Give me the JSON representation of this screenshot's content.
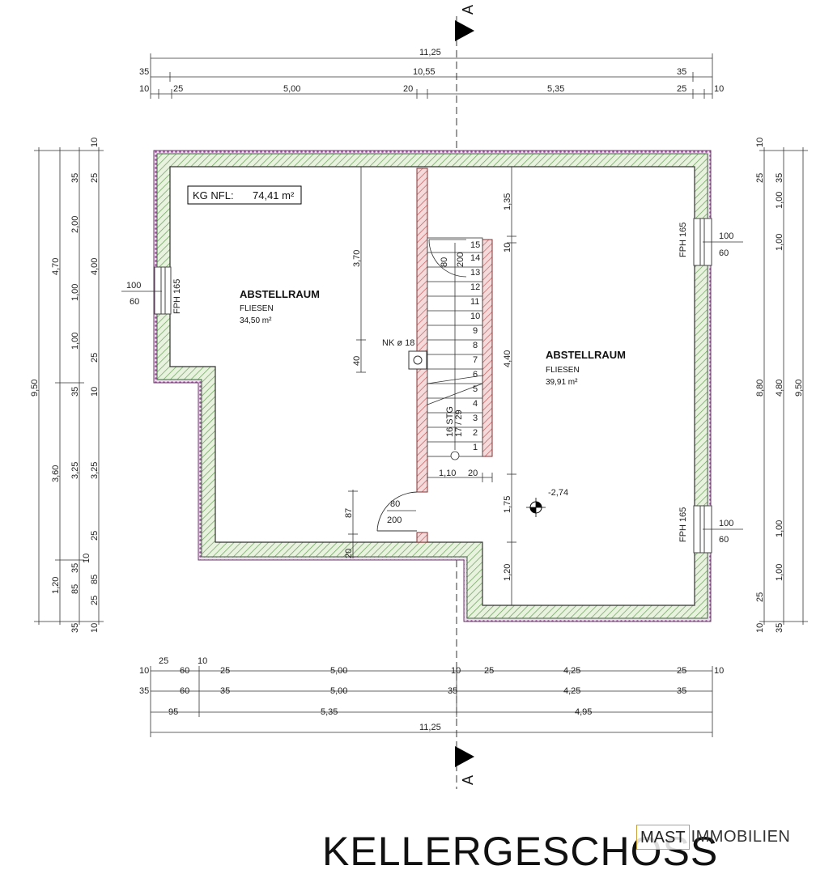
{
  "section_marker": "A",
  "area_box": {
    "label": "KG NFL:",
    "value": "74,41 m²"
  },
  "rooms": [
    {
      "name": "ABSTELLRAUM",
      "floor": "FLIESEN",
      "area": "34,50 m²"
    },
    {
      "name": "ABSTELLRAUM",
      "floor": "FLIESEN",
      "area": "39,91 m²"
    }
  ],
  "labels": {
    "nk": "NK ø 18",
    "level": "-2,74",
    "stairs_count": "16 STG",
    "stairs_ratio": "17 / 29",
    "fph": "FPH 165",
    "door_w": "80",
    "door_h": "200",
    "win_w": "100",
    "win_h": "60"
  },
  "dims": {
    "top": {
      "total": "11,25",
      "row2": [
        "35",
        "10,55",
        "35"
      ],
      "row3": [
        "10",
        "25",
        "5,00",
        "20",
        "5,35",
        "25",
        "10"
      ]
    },
    "bottom": {
      "row1": [
        "10",
        "25",
        "60",
        "10",
        "25",
        "5,00",
        "10",
        "25",
        "4,25",
        "25",
        "10"
      ],
      "row2": [
        "35",
        "60",
        "35",
        "5,00",
        "35",
        "4,25",
        "35"
      ],
      "row3": [
        "95",
        "5,35",
        "4,95"
      ],
      "total": "11,25"
    },
    "left": {
      "total": "9,50",
      "col2": [
        "4,70",
        "3,60",
        "1,20"
      ],
      "col3": [
        "35",
        "2,00",
        "1,00",
        "1,00",
        "35",
        "3,25",
        "35",
        "85",
        "35"
      ],
      "col4": [
        "25",
        "4,00",
        "25",
        "10",
        "3,25",
        "25",
        "10",
        "85",
        "25",
        "10"
      ],
      "col5": [
        "10"
      ]
    },
    "right": {
      "total": "9,50",
      "col2": [
        "8,80"
      ],
      "col3": [
        "1,00",
        "1,00",
        "4,80",
        "1,00",
        "1,00"
      ],
      "col4": [
        "35",
        "35"
      ],
      "col5": [
        "10",
        "25",
        "25",
        "10"
      ]
    },
    "inner": {
      "left_room": [
        "3,70",
        "40",
        "87",
        "20"
      ],
      "right_room": [
        "1,35",
        "10",
        "4,40",
        "1,75",
        "1,20"
      ],
      "stair": [
        "80",
        "200",
        "1,10",
        "20"
      ]
    },
    "steps": [
      "1",
      "2",
      "3",
      "4",
      "5",
      "6",
      "7",
      "8",
      "9",
      "10",
      "11",
      "12",
      "13",
      "14",
      "15"
    ]
  },
  "title": "KELLERGESCHOSS",
  "logo": {
    "mast": "MAST",
    "rest": "IMMOBILIEN"
  }
}
